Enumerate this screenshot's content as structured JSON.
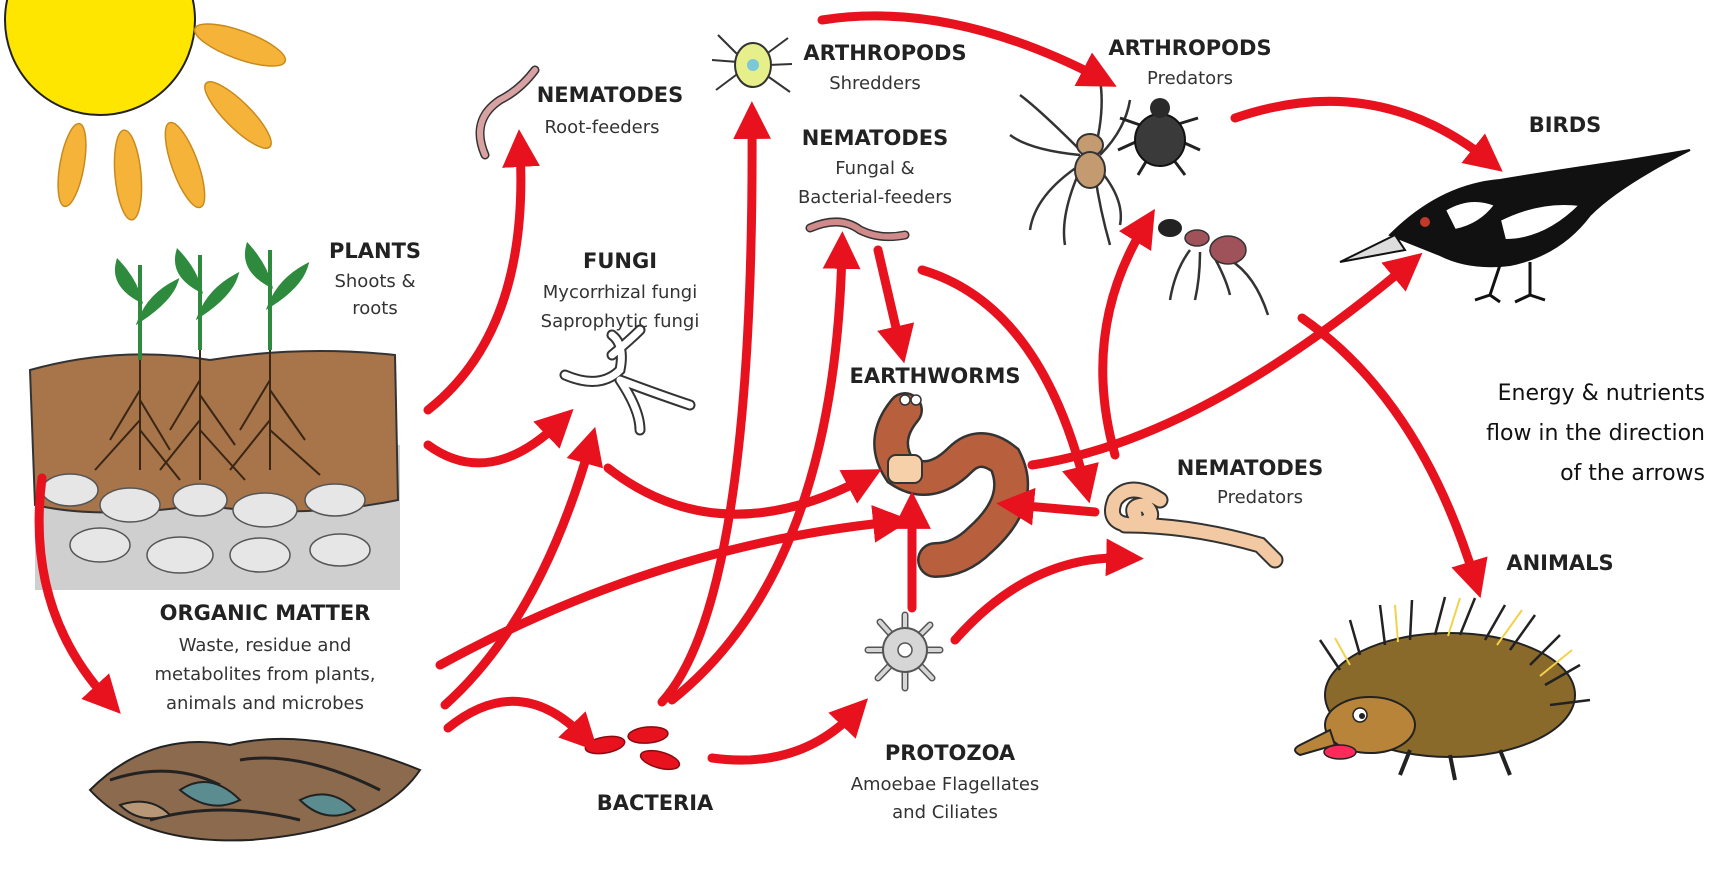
{
  "colors": {
    "arrow": "#e8121f",
    "sun": "#ffe600",
    "sun_ray": "#f5b33a",
    "soil": "#a8744a",
    "leaf": "#2e8b3d"
  },
  "nodes": {
    "plants": {
      "title": "PLANTS",
      "sub1": "Shoots &",
      "sub2": "roots"
    },
    "organic_matter": {
      "title": "ORGANIC MATTER",
      "sub1": "Waste, residue and",
      "sub2": "metabolites from plants,",
      "sub3": "animals and microbes"
    },
    "nematodes_root": {
      "title": "NEMATODES",
      "sub1": "Root-feeders"
    },
    "fungi": {
      "title": "FUNGI",
      "sub1": "Mycorrhizal fungi",
      "sub2": "Saprophytic fungi"
    },
    "arthropods_shredders": {
      "title": "ARTHROPODS",
      "sub1": "Shredders"
    },
    "nematodes_fb": {
      "title": "NEMATODES",
      "sub1": "Fungal &",
      "sub2": "Bacterial-feeders"
    },
    "earthworms": {
      "title": "EARTHWORMS"
    },
    "arthropods_predators": {
      "title": "ARTHROPODS",
      "sub1": "Predators"
    },
    "nematodes_predators": {
      "title": "NEMATODES",
      "sub1": "Predators"
    },
    "birds": {
      "title": "BIRDS"
    },
    "animals": {
      "title": "ANIMALS"
    },
    "bacteria": {
      "title": "BACTERIA"
    },
    "protozoa": {
      "title": "PROTOZOA",
      "sub1": "Amoebae Flagellates",
      "sub2": "and Ciliates"
    }
  },
  "legend": {
    "line1": "Energy & nutrients",
    "line2": "flow in the direction",
    "line3": "of the arrows"
  },
  "icons": [
    "sun-icon",
    "plant-soil-icon",
    "organic-matter-icon",
    "root-nematode-icon",
    "fungi-icon",
    "mite-icon",
    "fb-nematode-icon",
    "earthworm-icon",
    "spider-icon",
    "beetle-icon",
    "ant-icon",
    "predator-nematode-icon",
    "bird-icon",
    "echidna-icon",
    "bacteria-icon",
    "protozoa-icon"
  ]
}
